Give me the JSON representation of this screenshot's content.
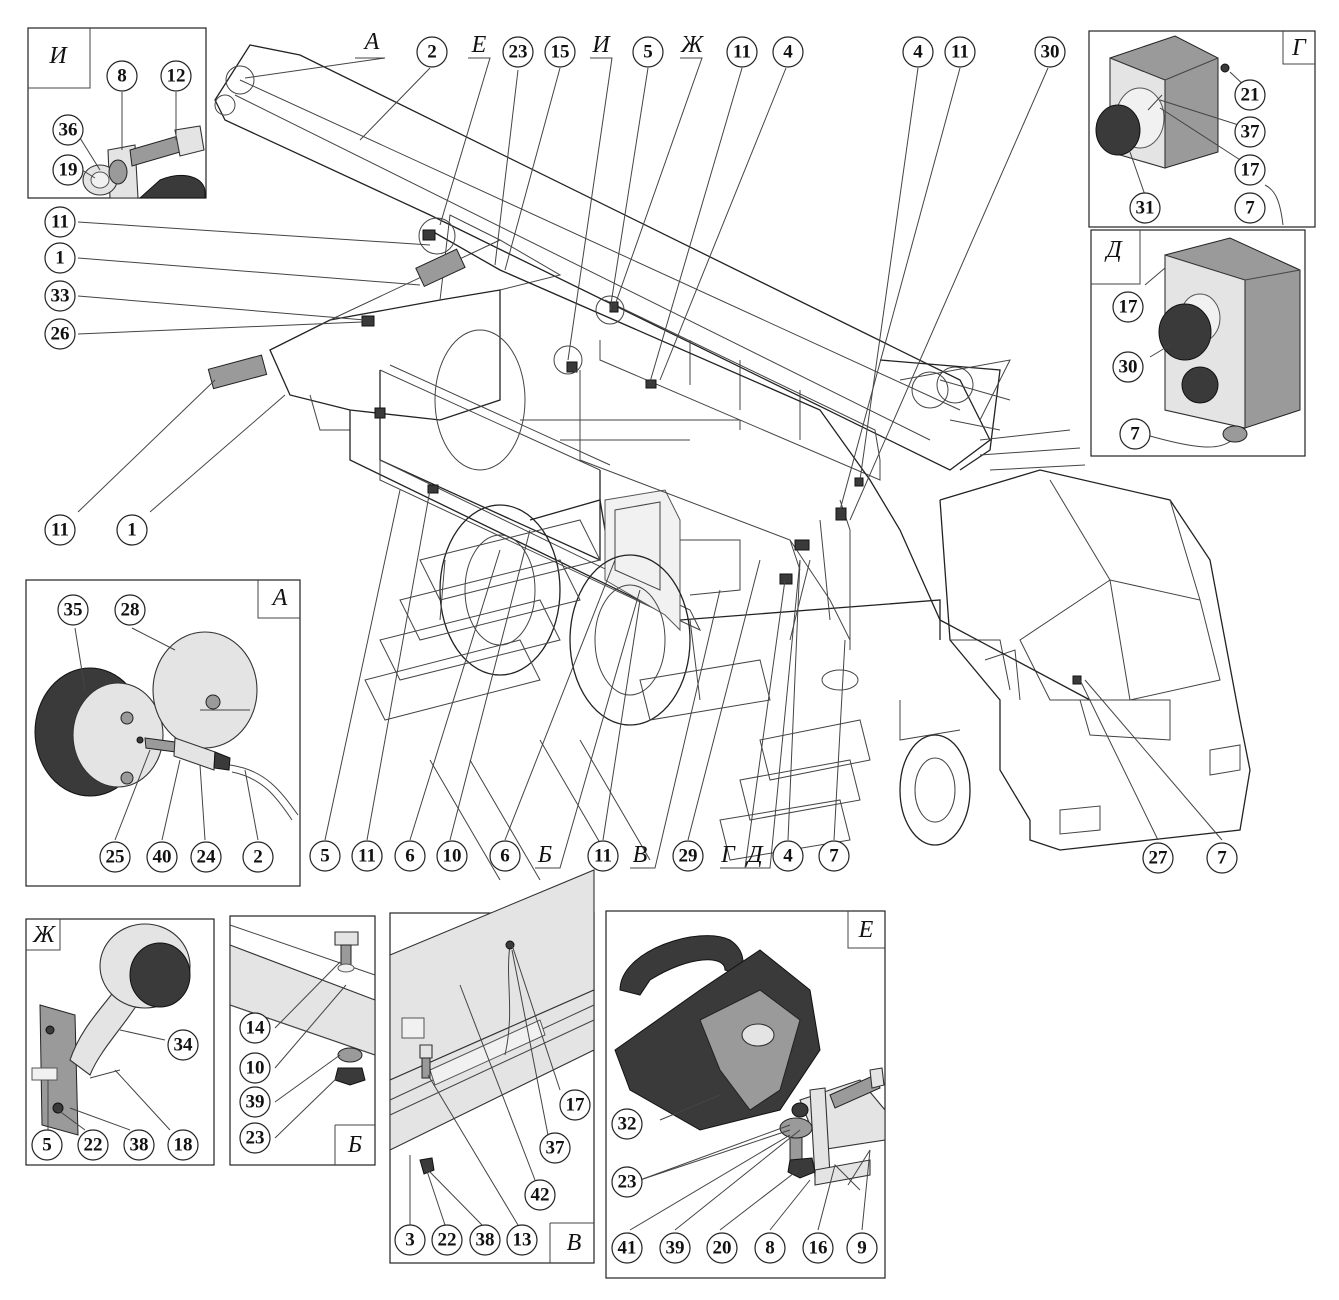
{
  "main_view": {
    "view_markers": [
      {
        "id": "A",
        "text": "А"
      },
      {
        "id": "E",
        "text": "Е"
      },
      {
        "id": "I",
        "text": "И"
      },
      {
        "id": "ZH",
        "text": "Ж"
      },
      {
        "id": "B",
        "text": "Б"
      },
      {
        "id": "V",
        "text": "В"
      },
      {
        "id": "G",
        "text": "Г"
      },
      {
        "id": "D",
        "text": "Д"
      }
    ],
    "top_callouts": [
      "2",
      "23",
      "15",
      "5",
      "11",
      "4",
      "4",
      "11",
      "30"
    ],
    "left_callouts": [
      "11",
      "1",
      "33",
      "26",
      "11",
      "1"
    ],
    "bottom_callouts": [
      "5",
      "11",
      "6",
      "10",
      "6",
      "11",
      "29",
      "4",
      "7",
      "27",
      "7"
    ]
  },
  "detail_I": {
    "title": "И",
    "callouts": [
      "8",
      "12",
      "36",
      "19"
    ]
  },
  "detail_A": {
    "title": "А",
    "callouts": [
      "35",
      "28",
      "25",
      "40",
      "24",
      "2"
    ]
  },
  "detail_G": {
    "title": "Г",
    "callouts": [
      "21",
      "37",
      "17",
      "31",
      "7"
    ]
  },
  "detail_D": {
    "title": "Д",
    "callouts": [
      "17",
      "30",
      "7"
    ]
  },
  "detail_ZH": {
    "title": "Ж",
    "callouts": [
      "34",
      "5",
      "22",
      "38",
      "18"
    ]
  },
  "detail_B": {
    "title": "Б",
    "callouts": [
      "14",
      "10",
      "39",
      "23"
    ]
  },
  "detail_V": {
    "title": "В",
    "callouts": [
      "17",
      "37",
      "42",
      "3",
      "22",
      "38",
      "13"
    ]
  },
  "detail_E": {
    "title": "Е",
    "callouts": [
      "32",
      "23",
      "41",
      "39",
      "20",
      "8",
      "16",
      "9"
    ]
  }
}
